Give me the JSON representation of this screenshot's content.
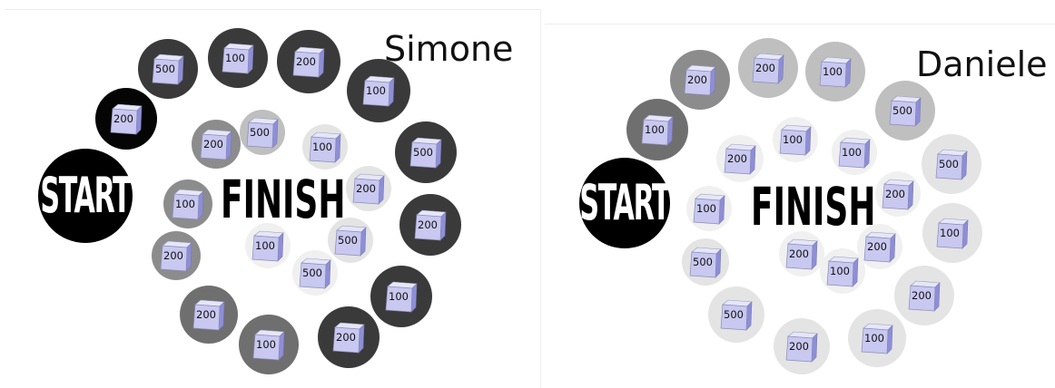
{
  "colors": {
    "space_black": "#050505",
    "space_dark": "#3a3a3a",
    "space_mid": "#6f6f6f",
    "space_gray": "#8c8c8c",
    "space_light": "#bfbfbf",
    "space_pale": "#e4e4e4",
    "space_faint": "#f0f0f0",
    "cube_front": "#c8c8f0",
    "cube_top": "#e6e6fa",
    "cube_side": "#8e8ed8"
  },
  "boards": [
    {
      "player": "Simone",
      "start_label": "START",
      "finish_label": "FINISH",
      "spaces": [
        {
          "value": "200",
          "shade": "black"
        },
        {
          "value": "500",
          "shade": "dark"
        },
        {
          "value": "100",
          "shade": "dark"
        },
        {
          "value": "200",
          "shade": "dark"
        },
        {
          "value": "100",
          "shade": "dark"
        },
        {
          "value": "500",
          "shade": "dark"
        },
        {
          "value": "200",
          "shade": "dark"
        },
        {
          "value": "100",
          "shade": "dark"
        },
        {
          "value": "200",
          "shade": "dark"
        },
        {
          "value": "100",
          "shade": "mid"
        },
        {
          "value": "200",
          "shade": "mid"
        },
        {
          "value": "200",
          "shade": "gray"
        },
        {
          "value": "100",
          "shade": "gray"
        },
        {
          "value": "200",
          "shade": "gray"
        },
        {
          "value": "500",
          "shade": "light"
        },
        {
          "value": "100",
          "shade": "pale"
        },
        {
          "value": "200",
          "shade": "pale"
        },
        {
          "value": "500",
          "shade": "pale"
        },
        {
          "value": "500",
          "shade": "faint"
        },
        {
          "value": "100",
          "shade": "faint"
        }
      ]
    },
    {
      "player": "Daniele",
      "start_label": "START",
      "finish_label": "FINISH",
      "spaces": [
        {
          "value": "100",
          "shade": "mid"
        },
        {
          "value": "200",
          "shade": "gray"
        },
        {
          "value": "200",
          "shade": "light"
        },
        {
          "value": "100",
          "shade": "light"
        },
        {
          "value": "500",
          "shade": "light"
        },
        {
          "value": "500",
          "shade": "pale"
        },
        {
          "value": "100",
          "shade": "pale"
        },
        {
          "value": "200",
          "shade": "pale"
        },
        {
          "value": "100",
          "shade": "pale"
        },
        {
          "value": "200",
          "shade": "pale"
        },
        {
          "value": "500",
          "shade": "pale"
        },
        {
          "value": "500",
          "shade": "pale"
        },
        {
          "value": "100",
          "shade": "faint"
        },
        {
          "value": "200",
          "shade": "faint"
        },
        {
          "value": "100",
          "shade": "faint"
        },
        {
          "value": "100",
          "shade": "faint"
        },
        {
          "value": "200",
          "shade": "faint"
        },
        {
          "value": "200",
          "shade": "faint"
        },
        {
          "value": "100",
          "shade": "faint"
        },
        {
          "value": "200",
          "shade": "faint"
        }
      ]
    }
  ]
}
